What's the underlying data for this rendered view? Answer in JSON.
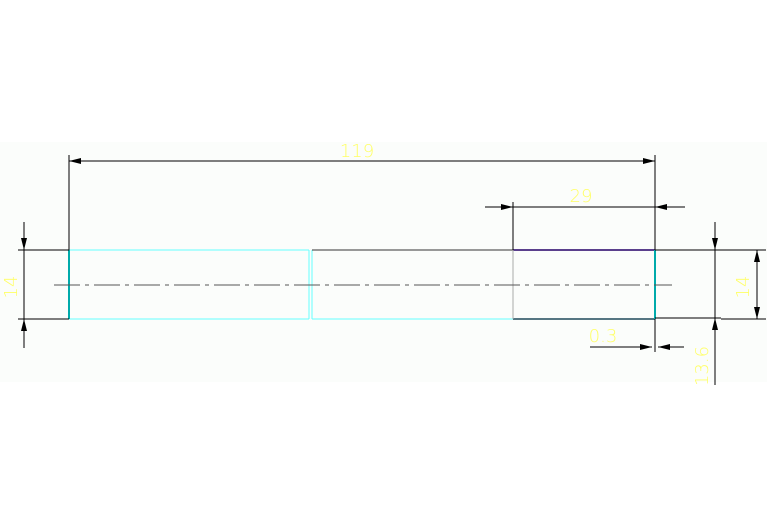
{
  "dimensions": {
    "overall_length": "119",
    "right_segment_length": "29",
    "left_height": "14",
    "right_height": "14",
    "step_offset": "0.3",
    "reduced_height": "13.6"
  },
  "colors": {
    "background": "#ffffff",
    "panel": "#fbfdfb",
    "dimension_text": "#ffff66",
    "dimension_line": "#000000",
    "part_outline_cyan": "#66ffff",
    "part_outline_dark": "#5a3f8c",
    "centerline": "#555555"
  }
}
